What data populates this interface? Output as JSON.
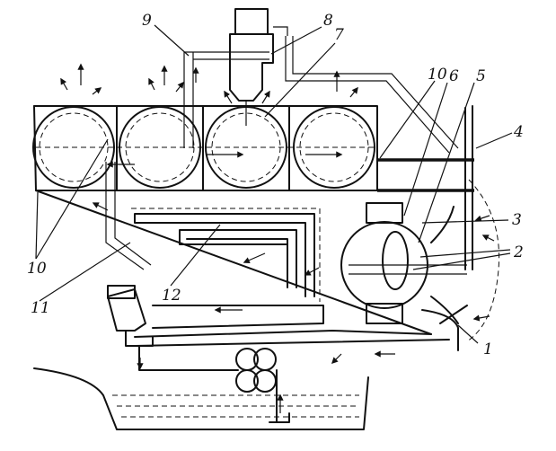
{
  "callouts": [
    {
      "id": "1",
      "text": "1"
    },
    {
      "id": "2",
      "text": "2"
    },
    {
      "id": "3",
      "text": "3"
    },
    {
      "id": "4",
      "text": "4"
    },
    {
      "id": "5",
      "text": "5"
    },
    {
      "id": "6",
      "text": "6"
    },
    {
      "id": "7",
      "text": "7"
    },
    {
      "id": "8",
      "text": "8"
    },
    {
      "id": "9",
      "text": "9"
    },
    {
      "id": "10a",
      "text": "10"
    },
    {
      "id": "10b",
      "text": "10"
    },
    {
      "id": "11",
      "text": "11"
    },
    {
      "id": "12",
      "text": "12"
    }
  ]
}
